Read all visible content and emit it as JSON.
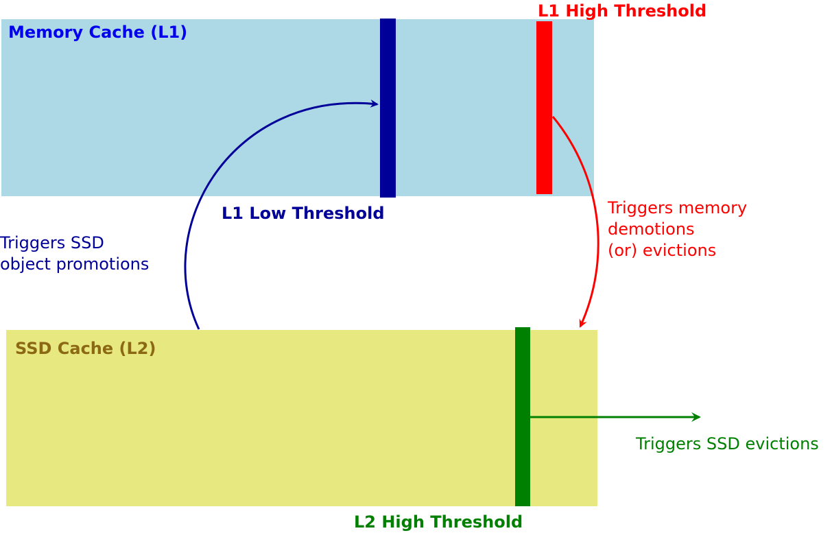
{
  "colors": {
    "l1_fill": "#add8e6",
    "l2_fill": "#e8e880",
    "l1_title": "#0000ee",
    "l2_title": "#8b6914",
    "low_threshold": "#000099",
    "high_threshold_l1": "#ff0000",
    "high_threshold_l2": "#008000"
  },
  "l1": {
    "title": "Memory Cache (L1)",
    "low_threshold_label": "L1 Low Threshold",
    "high_threshold_label": "L1 High Threshold"
  },
  "l2": {
    "title": "SSD Cache (L2)",
    "high_threshold_label": "L2 High Threshold"
  },
  "notes": {
    "promotion": [
      "Triggers SSD",
      "object promotions"
    ],
    "demotion": [
      "Triggers memory",
      "demotions",
      "(or) evictions"
    ],
    "eviction": "Triggers SSD evictions"
  }
}
